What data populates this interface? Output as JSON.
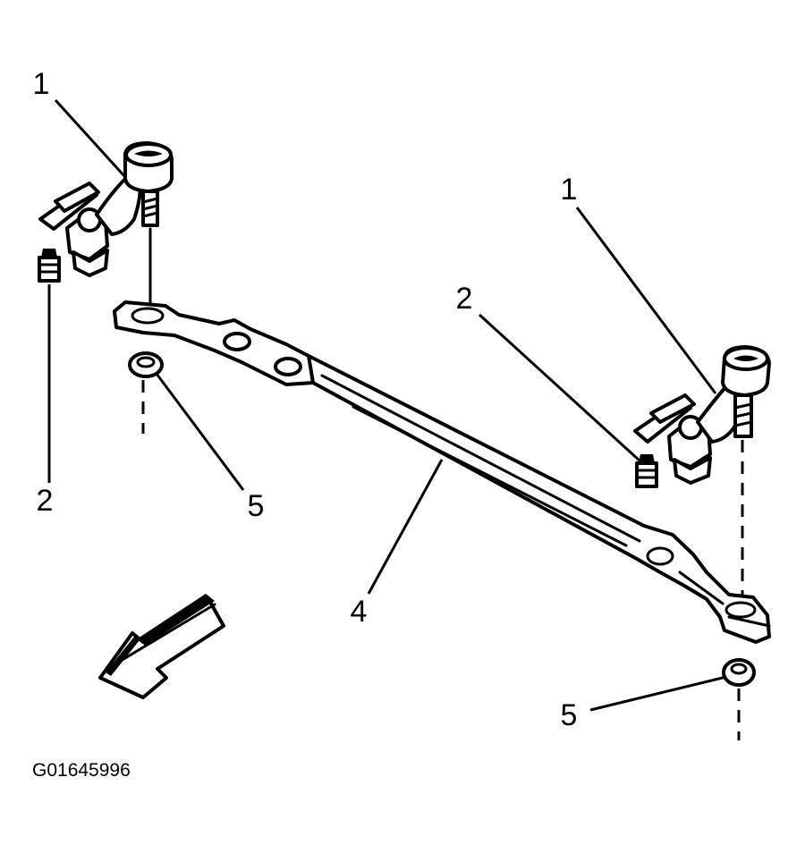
{
  "callouts": {
    "c1_left": "1",
    "c1_right": "1",
    "c2_left": "2",
    "c2_right": "2",
    "c4": "4",
    "c5_left": "5",
    "c5_right": "5"
  },
  "figure_id": "G01645996",
  "icons": {
    "direction_arrow": "direction-arrow-icon"
  },
  "colors": {
    "line": "#000000",
    "background": "#ffffff"
  }
}
